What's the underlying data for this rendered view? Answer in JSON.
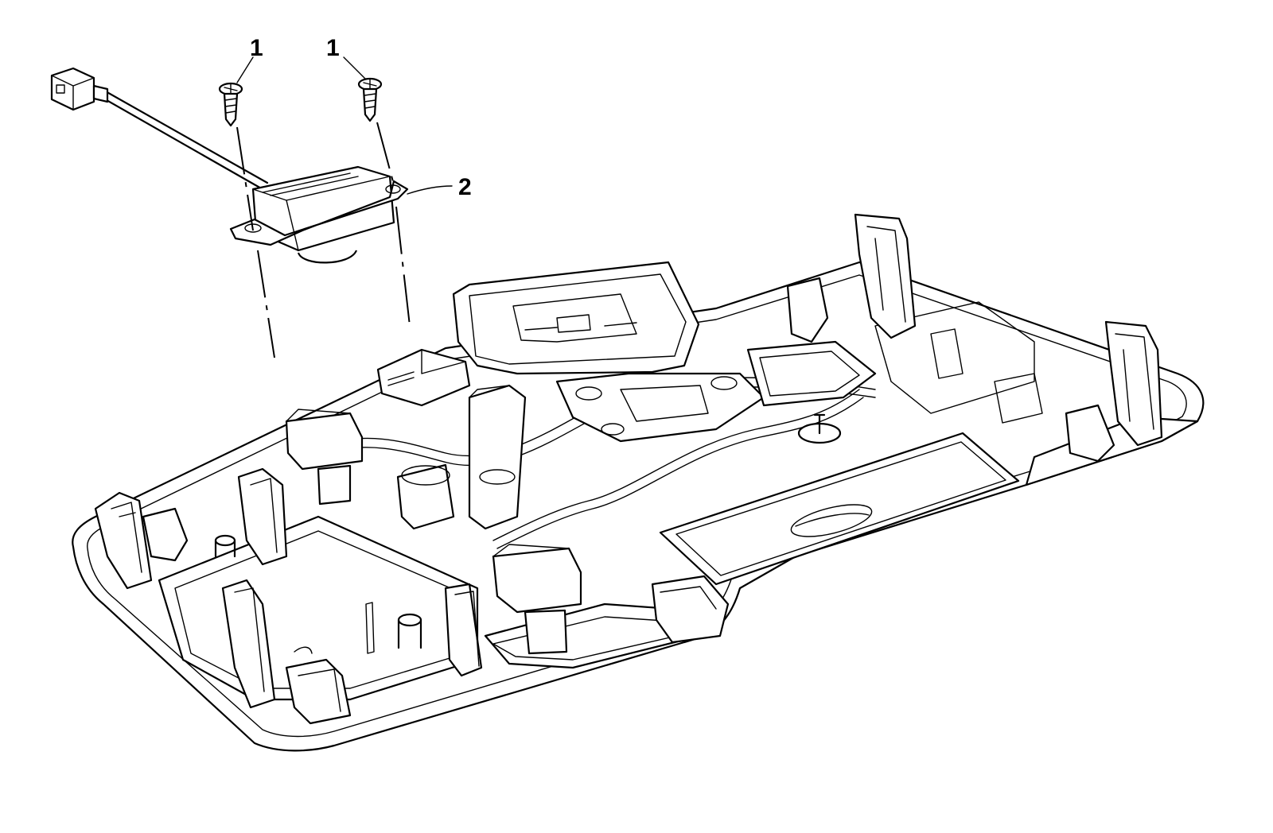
{
  "callouts": [
    {
      "id": "screw-left",
      "label": "1"
    },
    {
      "id": "screw-right",
      "label": "1"
    },
    {
      "id": "module",
      "label": "2"
    }
  ]
}
